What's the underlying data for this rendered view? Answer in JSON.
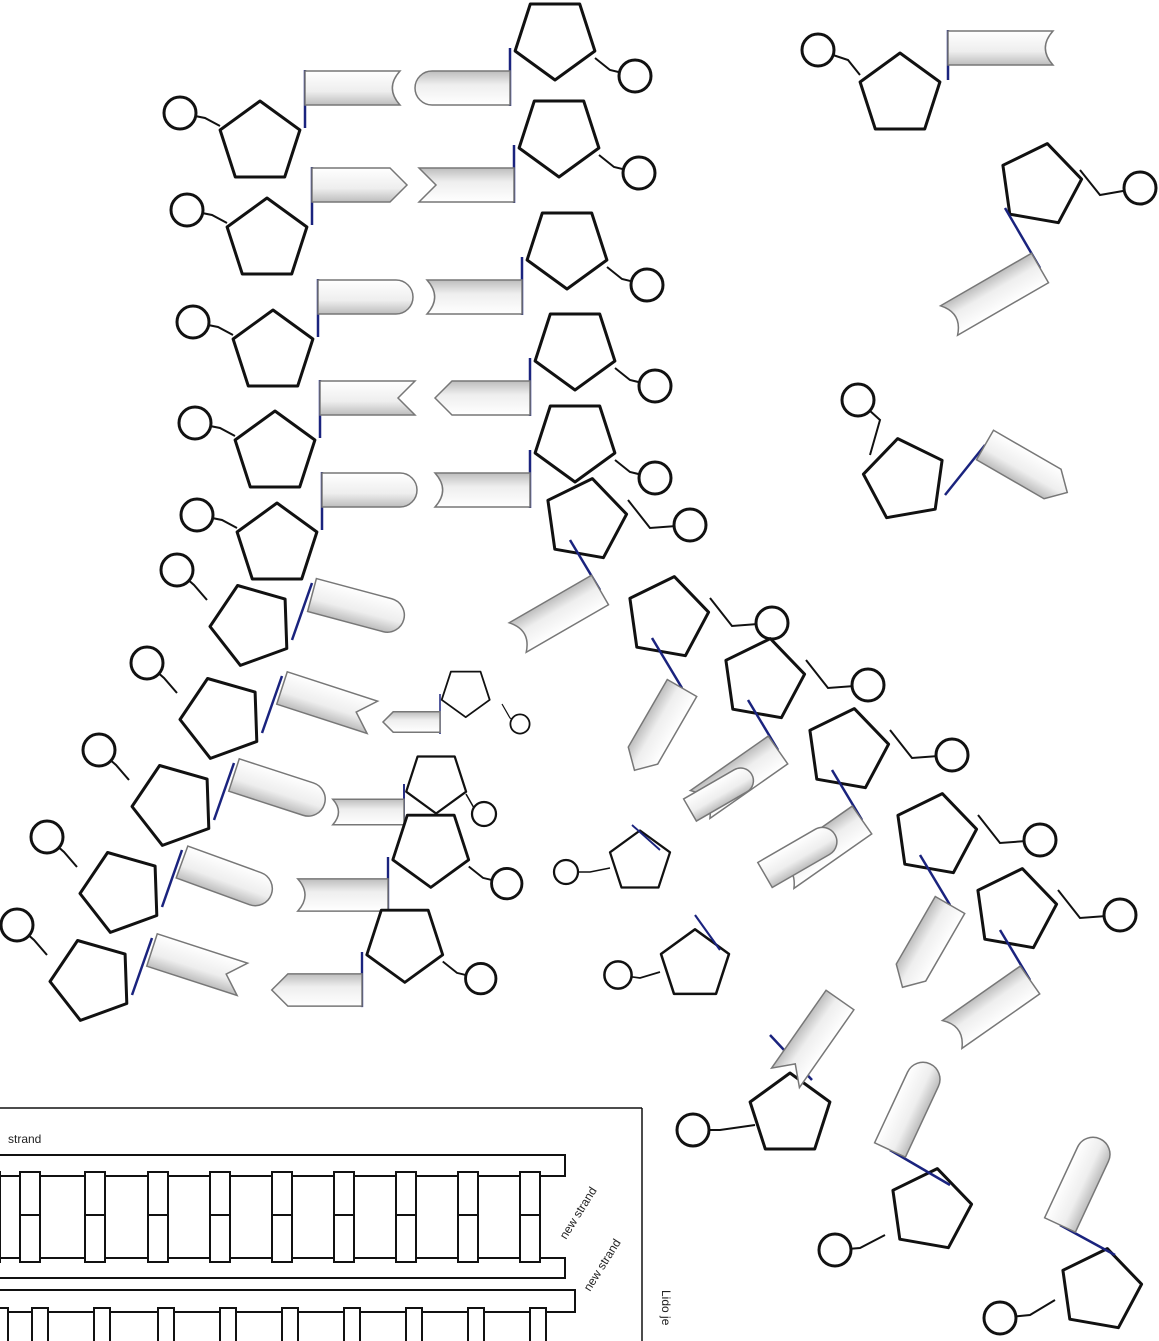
{
  "labels": {
    "top_strand": "strand",
    "new_strand_1": "new strand",
    "new_strand_2": "new strand",
    "side_text": "Lido je"
  },
  "colors": {
    "outline": "#111111",
    "bond": "#1a237e",
    "base_fill": "#f2f2f2"
  }
}
